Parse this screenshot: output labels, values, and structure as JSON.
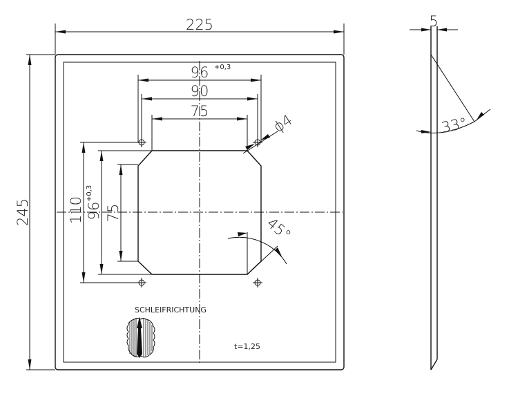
{
  "drawing": {
    "front_view": {
      "overall_width": "225",
      "overall_height": "245",
      "cutout": {
        "hole_spacing_h": "96",
        "hole_spacing_h_tol": "+0,3",
        "outer_width": "90",
        "inner_width": "75",
        "hole_spacing_v": "110",
        "outer_height": "96",
        "outer_height_tol": "+0,3",
        "inner_height": "75",
        "hole_diameter": "ϕ4",
        "chamfer_angle": "45°"
      },
      "grain_label": "SCHLEIFRICHTUNG",
      "thickness_note": "t=1,25"
    },
    "side_view": {
      "thickness": "5",
      "bevel_angle": "33°"
    }
  }
}
